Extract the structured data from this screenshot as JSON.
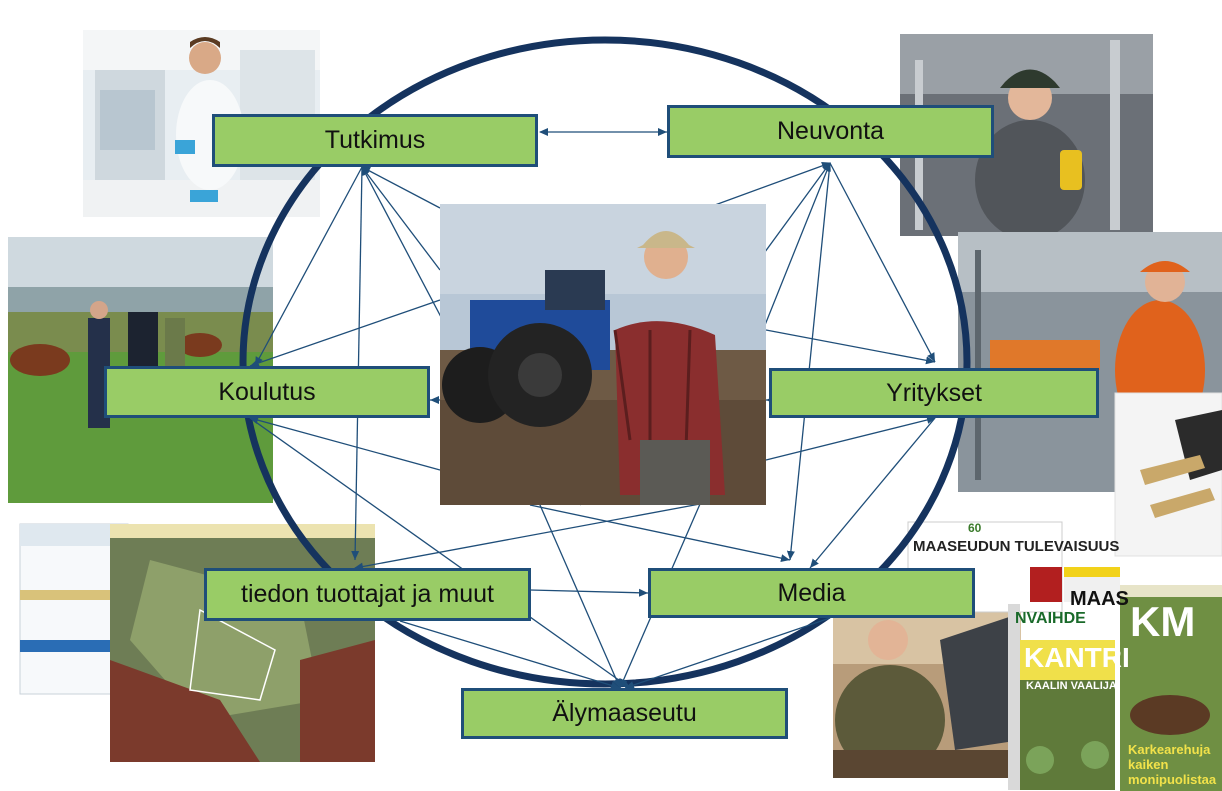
{
  "diagram": {
    "colors": {
      "ring": "#15335e",
      "arrow": "#1f4e79",
      "box_fill": "#99cc66",
      "box_border": "#1f4e79"
    },
    "center_photo": "farmer-with-tractor-photo",
    "nodes": [
      {
        "id": "tutkimus",
        "label": "Tutkimus"
      },
      {
        "id": "neuvonta",
        "label": "Neuvonta"
      },
      {
        "id": "koulutus",
        "label": "Koulutus"
      },
      {
        "id": "yritykset",
        "label": "Yritykset"
      },
      {
        "id": "tiedon",
        "label": "tiedon tuottajat ja muut"
      },
      {
        "id": "media",
        "label": "Media"
      },
      {
        "id": "alymaaseutu",
        "label": "Älymaaseutu"
      }
    ],
    "magazines": {
      "newspaper_title": "MAASEUDUN TULEVAISUUS",
      "newspaper_number": "60",
      "newspaper_partial": "MAAS",
      "kantri_title": "KANTRI",
      "kantri_sub": "KAALIN VAALIJA",
      "km_title": "KM",
      "km_headline": "Karkearehuja kaiken monipuolistaa",
      "vaihde_text": "NVAIHDE"
    }
  }
}
